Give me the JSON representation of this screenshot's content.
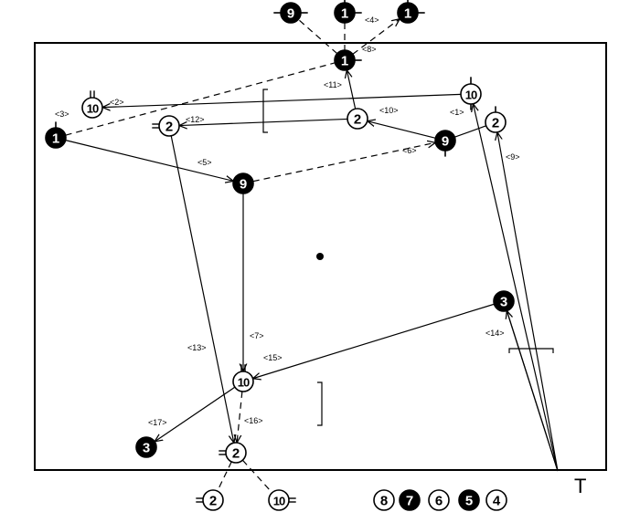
{
  "nodes": [
    {
      "id": "n9_top",
      "label": "9",
      "style": "filled"
    },
    {
      "id": "n1_top",
      "label": "1",
      "style": "filled"
    },
    {
      "id": "n1_topright",
      "label": "1",
      "style": "filled"
    },
    {
      "id": "n1_center",
      "label": "1",
      "style": "filled"
    },
    {
      "id": "n10_left",
      "label": "10",
      "style": "open"
    },
    {
      "id": "n1_left",
      "label": "1",
      "style": "filled"
    },
    {
      "id": "n2_left",
      "label": "2",
      "style": "open"
    },
    {
      "id": "n2_mid",
      "label": "2",
      "style": "open"
    },
    {
      "id": "n10_right",
      "label": "10",
      "style": "open"
    },
    {
      "id": "n2_right",
      "label": "2",
      "style": "open"
    },
    {
      "id": "n9_right",
      "label": "9",
      "style": "filled"
    },
    {
      "id": "n9_center",
      "label": "9",
      "style": "filled"
    },
    {
      "id": "n3_right",
      "label": "3",
      "style": "filled"
    },
    {
      "id": "n10_low",
      "label": "10",
      "style": "open"
    },
    {
      "id": "n3_low",
      "label": "3",
      "style": "filled"
    },
    {
      "id": "n2_low",
      "label": "2",
      "style": "open"
    },
    {
      "id": "n2_bottom",
      "label": "2",
      "style": "open"
    },
    {
      "id": "n10_bottom",
      "label": "10",
      "style": "open"
    }
  ],
  "edges": [
    {
      "label": "<1>"
    },
    {
      "label": "<2>"
    },
    {
      "label": "<3>"
    },
    {
      "label": "<4>"
    },
    {
      "label": "<5>"
    },
    {
      "label": "<6>"
    },
    {
      "label": "<7>"
    },
    {
      "label": "<8>"
    },
    {
      "label": "<9>"
    },
    {
      "label": "<10>"
    },
    {
      "label": "<11>"
    },
    {
      "label": "<12>"
    },
    {
      "label": "<13>"
    },
    {
      "label": "<14>"
    },
    {
      "label": "<15>"
    },
    {
      "label": "<16>"
    },
    {
      "label": "<17>"
    }
  ],
  "legend": [
    {
      "label": "8",
      "style": "open"
    },
    {
      "label": "7",
      "style": "filled"
    },
    {
      "label": "6",
      "style": "open"
    },
    {
      "label": "5",
      "style": "filled"
    },
    {
      "label": "4",
      "style": "open"
    }
  ],
  "terminal_label": "T"
}
